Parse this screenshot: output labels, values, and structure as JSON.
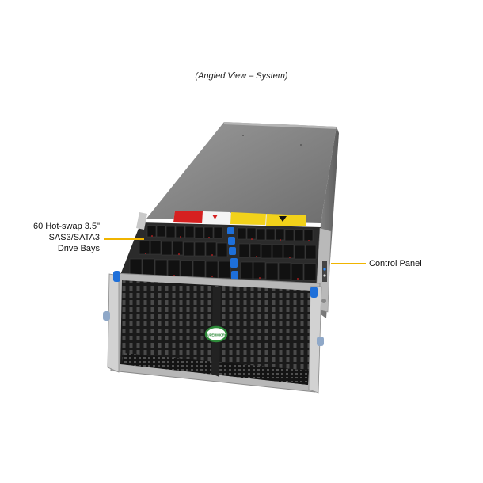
{
  "caption": "(Angled View – System)",
  "callouts": {
    "drive_bays": [
      "60 Hot-swap 3.5\"",
      "SAS3/SATA3",
      "Drive Bays"
    ],
    "control_panel": "Control Panel"
  },
  "badge_text": "SUPERMICRO",
  "colors": {
    "leader": "#f0b400",
    "accent_blue": "#1e6fd9",
    "warning_red": "#d62020",
    "warning_yellow": "#f2d21a",
    "badge_green": "#2e8b3a"
  }
}
